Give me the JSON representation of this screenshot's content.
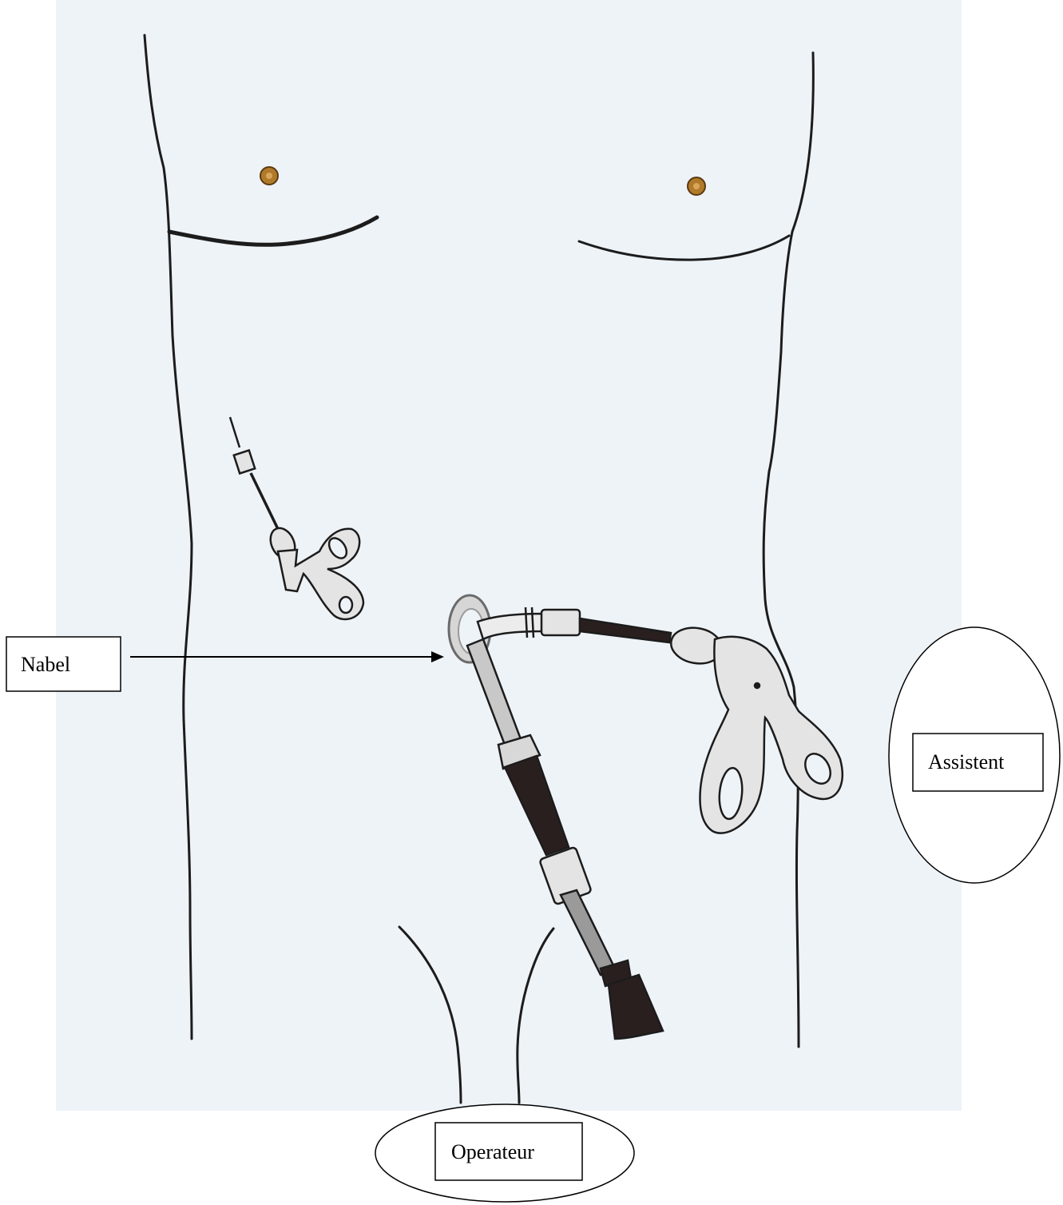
{
  "labels": {
    "navel": "Nabel",
    "assistant": "Assistent",
    "operator": "Operateur"
  },
  "colors": {
    "paper": "#eef3f8",
    "line": "#1c1c1c",
    "nipple": "#b07a2a",
    "instrument_fill": "#e4e4e4",
    "instrument_dark": "#2a1f1f"
  }
}
